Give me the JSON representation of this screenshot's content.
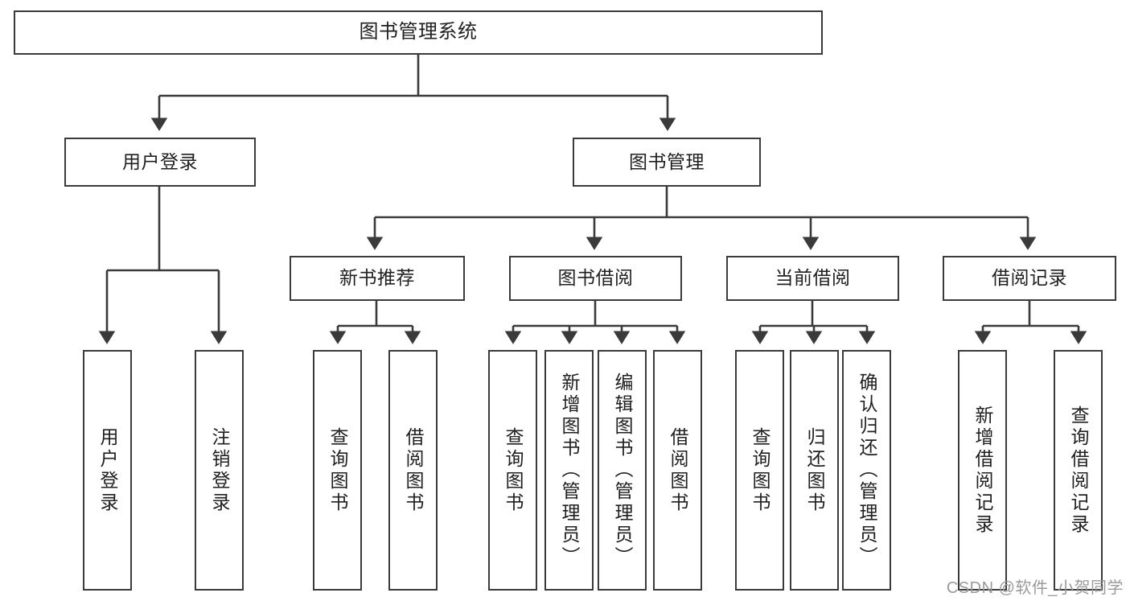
{
  "diagram": {
    "title": "图书管理系统",
    "type": "tree-hierarchy-chart",
    "root": {
      "label": "图书管理系统"
    },
    "level1": [
      {
        "label": "用户登录"
      },
      {
        "label": "图书管理"
      }
    ],
    "level2": [
      {
        "label": "新书推荐"
      },
      {
        "label": "图书借阅"
      },
      {
        "label": "当前借阅"
      },
      {
        "label": "借阅记录"
      }
    ],
    "leaves": {
      "user_login": [
        {
          "label": "用户登录"
        },
        {
          "label": "注销登录"
        }
      ],
      "new_book_recommend": [
        {
          "label": "查询图书"
        },
        {
          "label": "借阅图书"
        }
      ],
      "book_borrow": [
        {
          "label": "查询图书"
        },
        {
          "label": "新增图书（管理员）"
        },
        {
          "label": "编辑图书（管理员）"
        },
        {
          "label": "借阅图书"
        }
      ],
      "current_borrow": [
        {
          "label": "查询图书"
        },
        {
          "label": "归还图书"
        },
        {
          "label": "确认归还（管理员）"
        }
      ],
      "borrow_record": [
        {
          "label": "新增借阅记录"
        },
        {
          "label": "查询借阅记录"
        }
      ]
    },
    "watermark": "CSDN @软件_小贺同学",
    "colors": {
      "box_border": "#3a3a3a",
      "box_fill": "#ffffff",
      "connector": "#3a3a3a",
      "text": "#202020",
      "watermark": "#9a9a9a",
      "background": "#ffffff"
    }
  }
}
